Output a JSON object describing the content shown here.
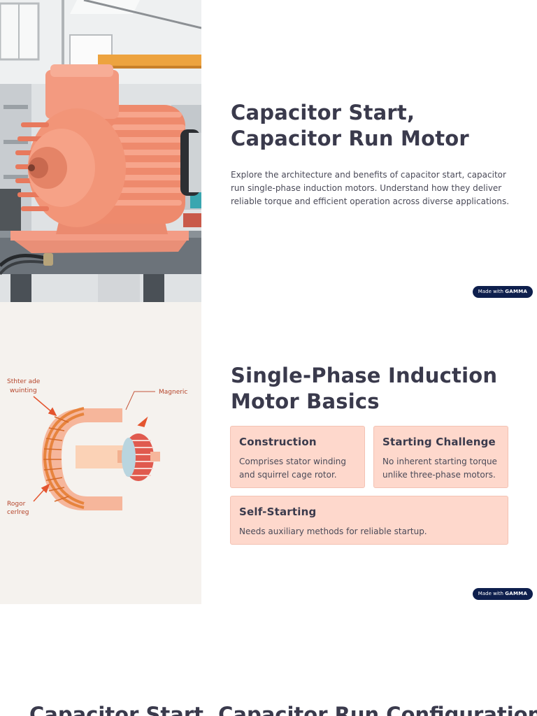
{
  "slide1": {
    "title": "Capacitor Start, Capacitor Run Motor",
    "description": "Explore the architecture and benefits of capacitor start, capacitor run single-phase induction motors. Understand how they deliver reliable torque and efficient operation across diverse applications.",
    "badge_prefix": "Made with",
    "badge_brand": "GAMMA"
  },
  "slide2": {
    "title": "Single-Phase Induction Motor Basics",
    "diagram_labels": {
      "stator": "Sthter ade wuinting",
      "magnetic": "Magneric",
      "rotor": "Rogor cerlreg"
    },
    "cards": [
      {
        "title": "Construction",
        "text": "Comprises stator winding and squirrel cage rotor."
      },
      {
        "title": "Starting Challenge",
        "text": "No inherent starting torque unlike three-phase motors."
      },
      {
        "title": "Self-Starting",
        "text": "Needs auxiliary methods for reliable startup."
      }
    ],
    "badge_prefix": "Made with",
    "badge_brand": "GAMMA"
  },
  "slide3": {
    "title": "Capacitor Start, Capacitor Run Configuration"
  },
  "colors": {
    "heading": "#3a3a4c",
    "card_bg": "#fed8cc",
    "badge_bg": "#0e1f4d",
    "motor_body": "#f08e72"
  }
}
